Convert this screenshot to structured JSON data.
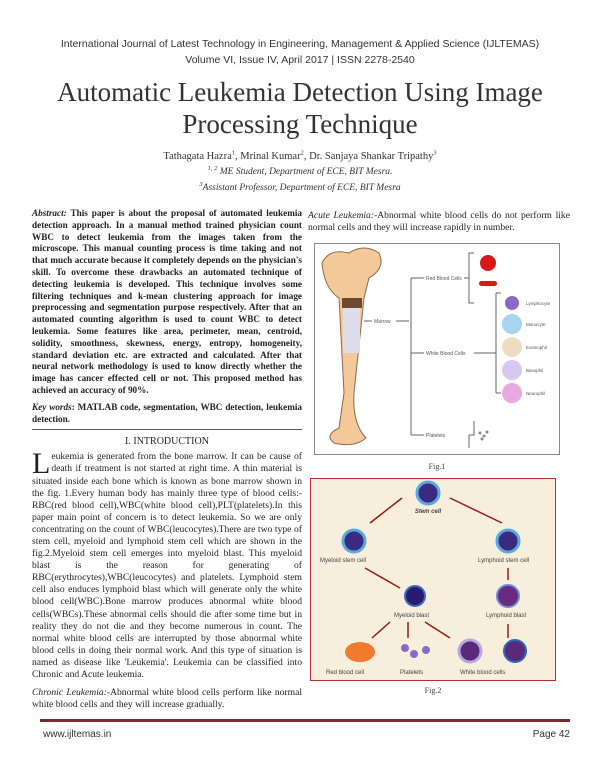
{
  "header": {
    "journal": "International Journal of Latest Technology in Engineering, Management & Applied Science (IJLTEMAS)",
    "issue": "Volume VI, Issue IV, April 2017 | ISSN 2278-2540"
  },
  "title": "Automatic Leukemia Detection Using Image Processing Technique",
  "authors": {
    "a1": "Tathagata Hazra",
    "s1": "1",
    "a2": "Mrinal Kumar",
    "s2": "2",
    "a3": "Dr. Sanjaya Shankar Tripathy",
    "s3": "3",
    "aff1_sup": "1, 2",
    "aff1": " ME Student, Department of ECE, BIT Mesra.",
    "aff2_sup": "3",
    "aff2": "Assistant Professor, Department of ECE, BIT Mesra"
  },
  "abstract": {
    "label": "Abstract:",
    "text": " This paper is about the proposal of automated leukemia detection approach. In a manual method trained physician count WBC to detect leukemia from the images taken from the microscope. This manual counting process is time taking and not that much accurate because it completely depends on the physician's skill. To overcome these drawbacks an automated technique of detecting leukemia is developed. This technique involves some filtering techniques and k-mean clustering approach for image preprocessing and segmentation purpose respectively. After that an automated counting algorithm is used to count WBC to detect leukemia. Some features like area, perimeter, mean, centroid, solidity, smoothness, skewness, energy, entropy, homogeneity, standard deviation etc. are extracted and calculated. After that neural network methodology is used to know directly whether the image has cancer effected cell or not. This proposed method has achieved an accuracy of 90%."
  },
  "keywords": {
    "label": "Key words",
    "text": ": MATLAB code, segmentation, WBC detection, leukemia detection."
  },
  "intro": {
    "heading": "I. INTRODUCTION",
    "drop": "L",
    "text": "eukemia is generated from the bone marrow. It can be cause of death if treatment is not started at right time. A thin material is situated inside each bone which is known as bone marrow shown in the fig. 1.Every human body has mainly three type of blood cells:-RBC(red blood cell),WBC(white blood cell),PLT(platelets).In this paper main point of concern is to detect leukemia. So we are only concentrating on the count of WBC(leucocytes).There are two type of stem cell, myeloid and lymphoid stem cell which are shown in the fig.2.Myeloid stem cell emerges into myeloid blast. This myeloid blast is the reason for generating of RBC(erythrocytes),WBC(leucocytes) and platelets. Lymphoid stem cell also enduces lymphoid blast which will generate only the white blood cell(WBC).Bone marrow produces abnormal white blood cells(WBCs).These abnormal cells should die after some time but in reality they do not die and they become numerous in count. The normal white blood cells are interrupted by those abnormal white blood cells in doing their normal work. And this type of situation is named as disease like 'Leukemia'. Leukemia can be classified into Chronic and Acute leukemia."
  },
  "chronic": {
    "label": "Chronic Leukemia:",
    "text": "-Abnormal white blood cells perform like normal white blood cells and they will increase gradually."
  },
  "acute": {
    "label": "Acute Leukemia:",
    "text": "-Abnormal white blood cells do not perform like normal cells and they will increase rapidly in number."
  },
  "fig1": {
    "caption": "Fig.1",
    "marrow": "Marrow",
    "rbc": "Red Blood Cells",
    "wbc": "White Blood Cells",
    "platelets": "Platelets",
    "cells": [
      "Lymphocyte",
      "Monocyte",
      "Eosinophil",
      "Basophil",
      "Neurophil"
    ]
  },
  "fig2": {
    "caption": "Fig.2",
    "stem": "Stem cell",
    "myeloid_stem": "Myeloid stem cell",
    "lymphoid_stem": "Lymphoid stem cell",
    "myeloid_blast": "Myeloid blast",
    "lymphoid_blast": "Lymphoid blast",
    "rbc": "Red blood cell",
    "platelets": "Platelets",
    "wbc": "White blood cells"
  },
  "footer": {
    "site": "www.ijltemas.in",
    "page": "Page 42"
  }
}
